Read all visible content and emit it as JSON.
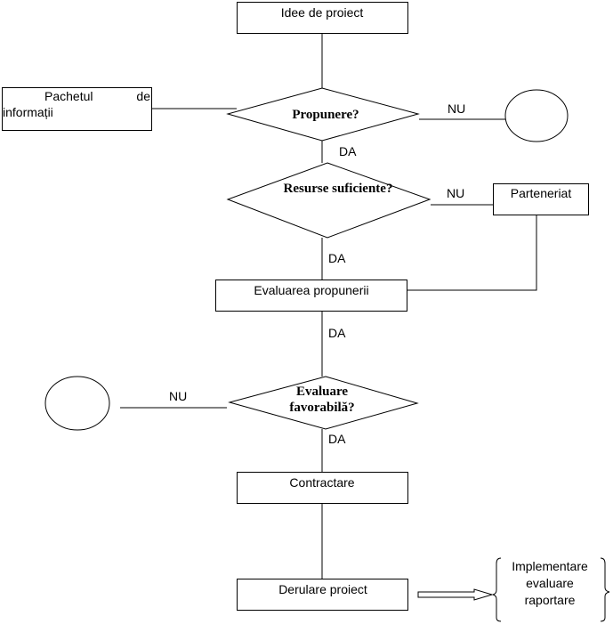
{
  "diagram": {
    "type": "flowchart",
    "nodes": {
      "idea": {
        "label": "Idee de proiect",
        "shape": "rectangle"
      },
      "info_pack": {
        "label_line1_left": "Pachetul",
        "label_line1_right": "de",
        "label_line2": "informații",
        "shape": "rectangle"
      },
      "proposal": {
        "label": "Propunere?",
        "shape": "diamond"
      },
      "end_top": {
        "label": "",
        "shape": "circle"
      },
      "resources": {
        "label": "Resurse suficiente?",
        "shape": "diamond"
      },
      "partnership": {
        "label": "Parteneriat",
        "shape": "rectangle"
      },
      "evaluation": {
        "label": "Evaluarea propunerii",
        "shape": "rectangle"
      },
      "favorable": {
        "label_line1": "Evaluare",
        "label_line2": "favorabilă?",
        "shape": "diamond"
      },
      "end_left": {
        "label": "",
        "shape": "circle"
      },
      "contracting": {
        "label": "Contractare",
        "shape": "rectangle"
      },
      "execution": {
        "label": "Derulare proiect",
        "shape": "rectangle"
      },
      "outcomes": {
        "lines": [
          "Implementare",
          "evaluare",
          "raportare"
        ],
        "shape": "braces"
      }
    },
    "edges": {
      "proposal_no": "NU",
      "proposal_yes": "DA",
      "resources_no": "NU",
      "resources_yes": "DA",
      "evaluation_yes": "DA",
      "favorable_no": "NU",
      "favorable_yes": "DA"
    }
  }
}
